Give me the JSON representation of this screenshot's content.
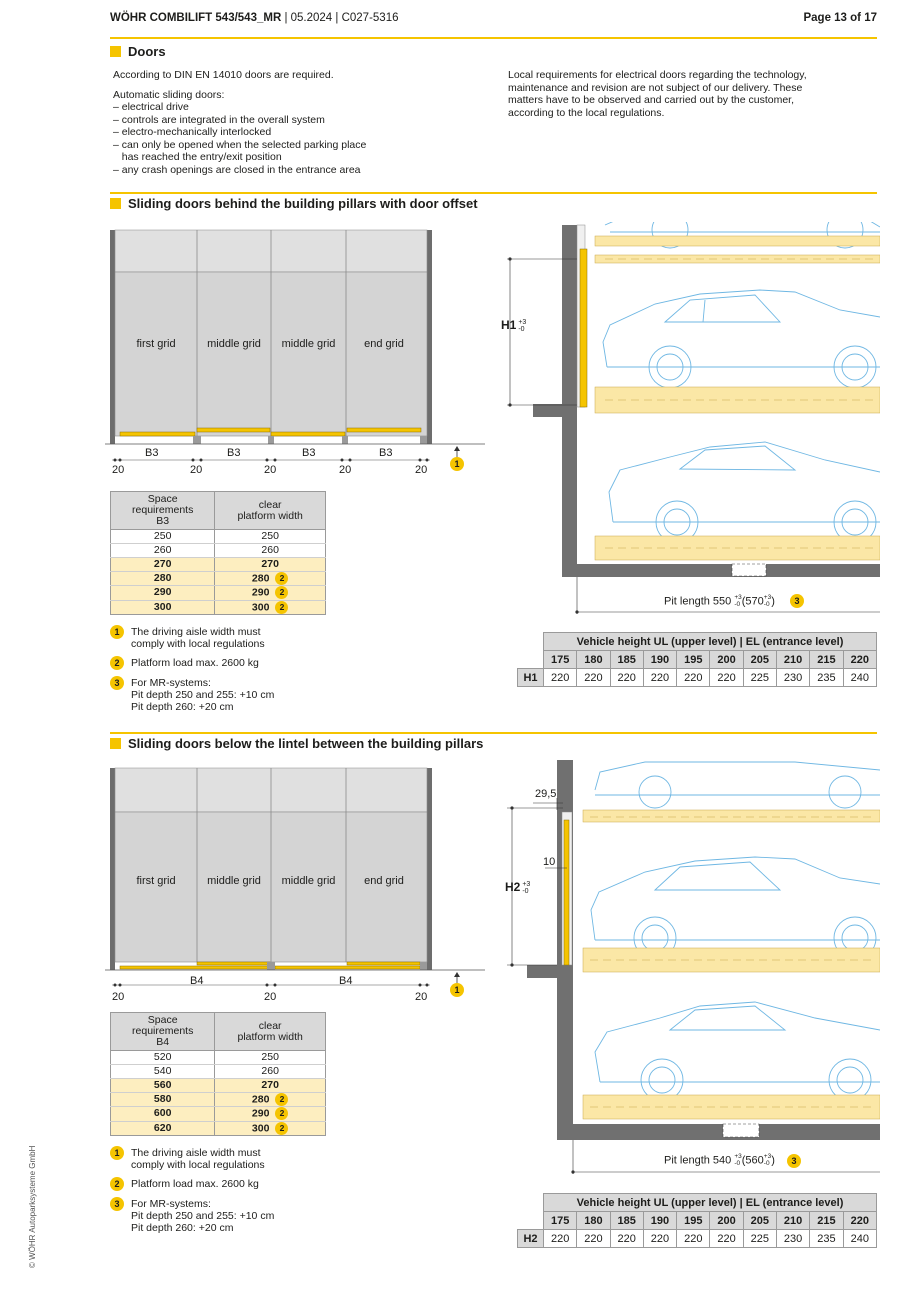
{
  "header": {
    "product": "WÖHR COMBILIFT 543/543_MR",
    "meta": " | 05.2024 | C027-5316",
    "page": "Page 13 of 17"
  },
  "doors": {
    "title": "Doors",
    "intro": "According to DIN EN 14010 doors are required.",
    "auto_heading": "Automatic sliding doors:",
    "auto_items": [
      "– electrical drive",
      "– controls are integrated in the overall system",
      "– electro-mechanically interlocked",
      "– can only be opened when the selected parking place",
      "   has reached the entry/exit position",
      "– any crash openings are closed in the entrance area"
    ],
    "local_req": [
      "Local requirements for electrical doors regarding the technology,",
      "maintenance and revision are not subject of our delivery. These",
      "matters have to be observed and carried out by the customer,",
      "according to the local regulations."
    ]
  },
  "section1": {
    "title": "Sliding doors behind the building pillars with door offset",
    "grids": [
      "first grid",
      "middle grid",
      "middle grid",
      "end grid"
    ],
    "b_label": "B3",
    "pillar_dim": "20",
    "table": {
      "head1": [
        "Space",
        "requirements",
        "B3"
      ],
      "head2": [
        "clear",
        "platform width"
      ],
      "rows": [
        {
          "a": "250",
          "b": "250",
          "hl": false,
          "n": ""
        },
        {
          "a": "260",
          "b": "260",
          "hl": false,
          "n": ""
        },
        {
          "a": "270",
          "b": "270",
          "hl": true,
          "n": ""
        },
        {
          "a": "280",
          "b": "280",
          "hl": true,
          "n": "2"
        },
        {
          "a": "290",
          "b": "290",
          "hl": true,
          "n": "2"
        },
        {
          "a": "300",
          "b": "300",
          "hl": true,
          "n": "2"
        }
      ]
    },
    "h_label": "H1",
    "pit_text": "Pit length 550",
    "pit_alt": "(570",
    "vehicle_table": {
      "header": "Vehicle height UL (upper level) | EL (entrance level)",
      "heights": [
        "175",
        "180",
        "185",
        "190",
        "195",
        "200",
        "205",
        "210",
        "215",
        "220"
      ],
      "row_label": "H1",
      "values": [
        "220",
        "220",
        "220",
        "220",
        "220",
        "220",
        "225",
        "230",
        "235",
        "240"
      ]
    }
  },
  "section2": {
    "title": "Sliding doors below the lintel between the building pillars",
    "grids": [
      "first grid",
      "middle grid",
      "middle grid",
      "end grid"
    ],
    "b_label": "B4",
    "pillar_dim": "20",
    "table": {
      "head1": [
        "Space",
        "requirements",
        "B4"
      ],
      "head2": [
        "clear",
        "platform width"
      ],
      "rows": [
        {
          "a": "520",
          "b": "250",
          "hl": false,
          "n": ""
        },
        {
          "a": "540",
          "b": "260",
          "hl": false,
          "n": ""
        },
        {
          "a": "560",
          "b": "270",
          "hl": true,
          "n": ""
        },
        {
          "a": "580",
          "b": "280",
          "hl": true,
          "n": "2"
        },
        {
          "a": "600",
          "b": "290",
          "hl": true,
          "n": "2"
        },
        {
          "a": "620",
          "b": "300",
          "hl": true,
          "n": "2"
        }
      ]
    },
    "h_label": "H2",
    "dim_a": "29,5",
    "dim_b": "10",
    "pit_text": "Pit length 540",
    "pit_alt": "(560",
    "vehicle_table": {
      "header": "Vehicle height UL (upper level) | EL (entrance level)",
      "heights": [
        "175",
        "180",
        "185",
        "190",
        "195",
        "200",
        "205",
        "210",
        "215",
        "220"
      ],
      "row_label": "H2",
      "values": [
        "220",
        "220",
        "220",
        "220",
        "220",
        "220",
        "225",
        "230",
        "235",
        "240"
      ]
    }
  },
  "notes": [
    {
      "n": "1",
      "lines": [
        "The driving aisle width must",
        "comply with local regulations"
      ]
    },
    {
      "n": "2",
      "lines": [
        "Platform load max. 2600 kg"
      ]
    },
    {
      "n": "3",
      "lines": [
        "For MR-systems:",
        "Pit depth 250 and 255: +10 cm",
        "Pit depth 260: +20 cm"
      ]
    }
  ],
  "tolerance": {
    "plus": "+3",
    "minus": "-0",
    "plus_alt": "+3",
    "minus_alt": "-0"
  },
  "copyright": "© WÖHR Autoparksysteme GmbH",
  "colors": {
    "accent": "#f5c400",
    "grey_fill": "#d9d9d9",
    "car_line": "#6fb7e3",
    "platform": "#fbe7a6"
  }
}
